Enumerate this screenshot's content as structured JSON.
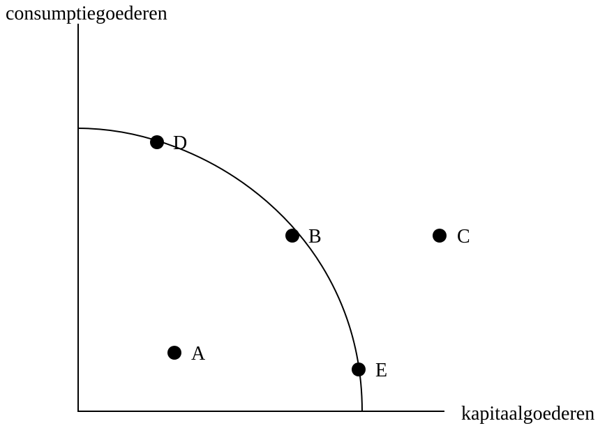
{
  "axes": {
    "y_label": "consumptiegoederen",
    "x_label": "kapitaalgoederen"
  },
  "points": [
    {
      "id": "A",
      "label": "A"
    },
    {
      "id": "B",
      "label": "B"
    },
    {
      "id": "C",
      "label": "C"
    },
    {
      "id": "D",
      "label": "D"
    },
    {
      "id": "E",
      "label": "E"
    }
  ],
  "colors": {
    "line": "#000000",
    "point": "#000000",
    "background": "#ffffff"
  }
}
